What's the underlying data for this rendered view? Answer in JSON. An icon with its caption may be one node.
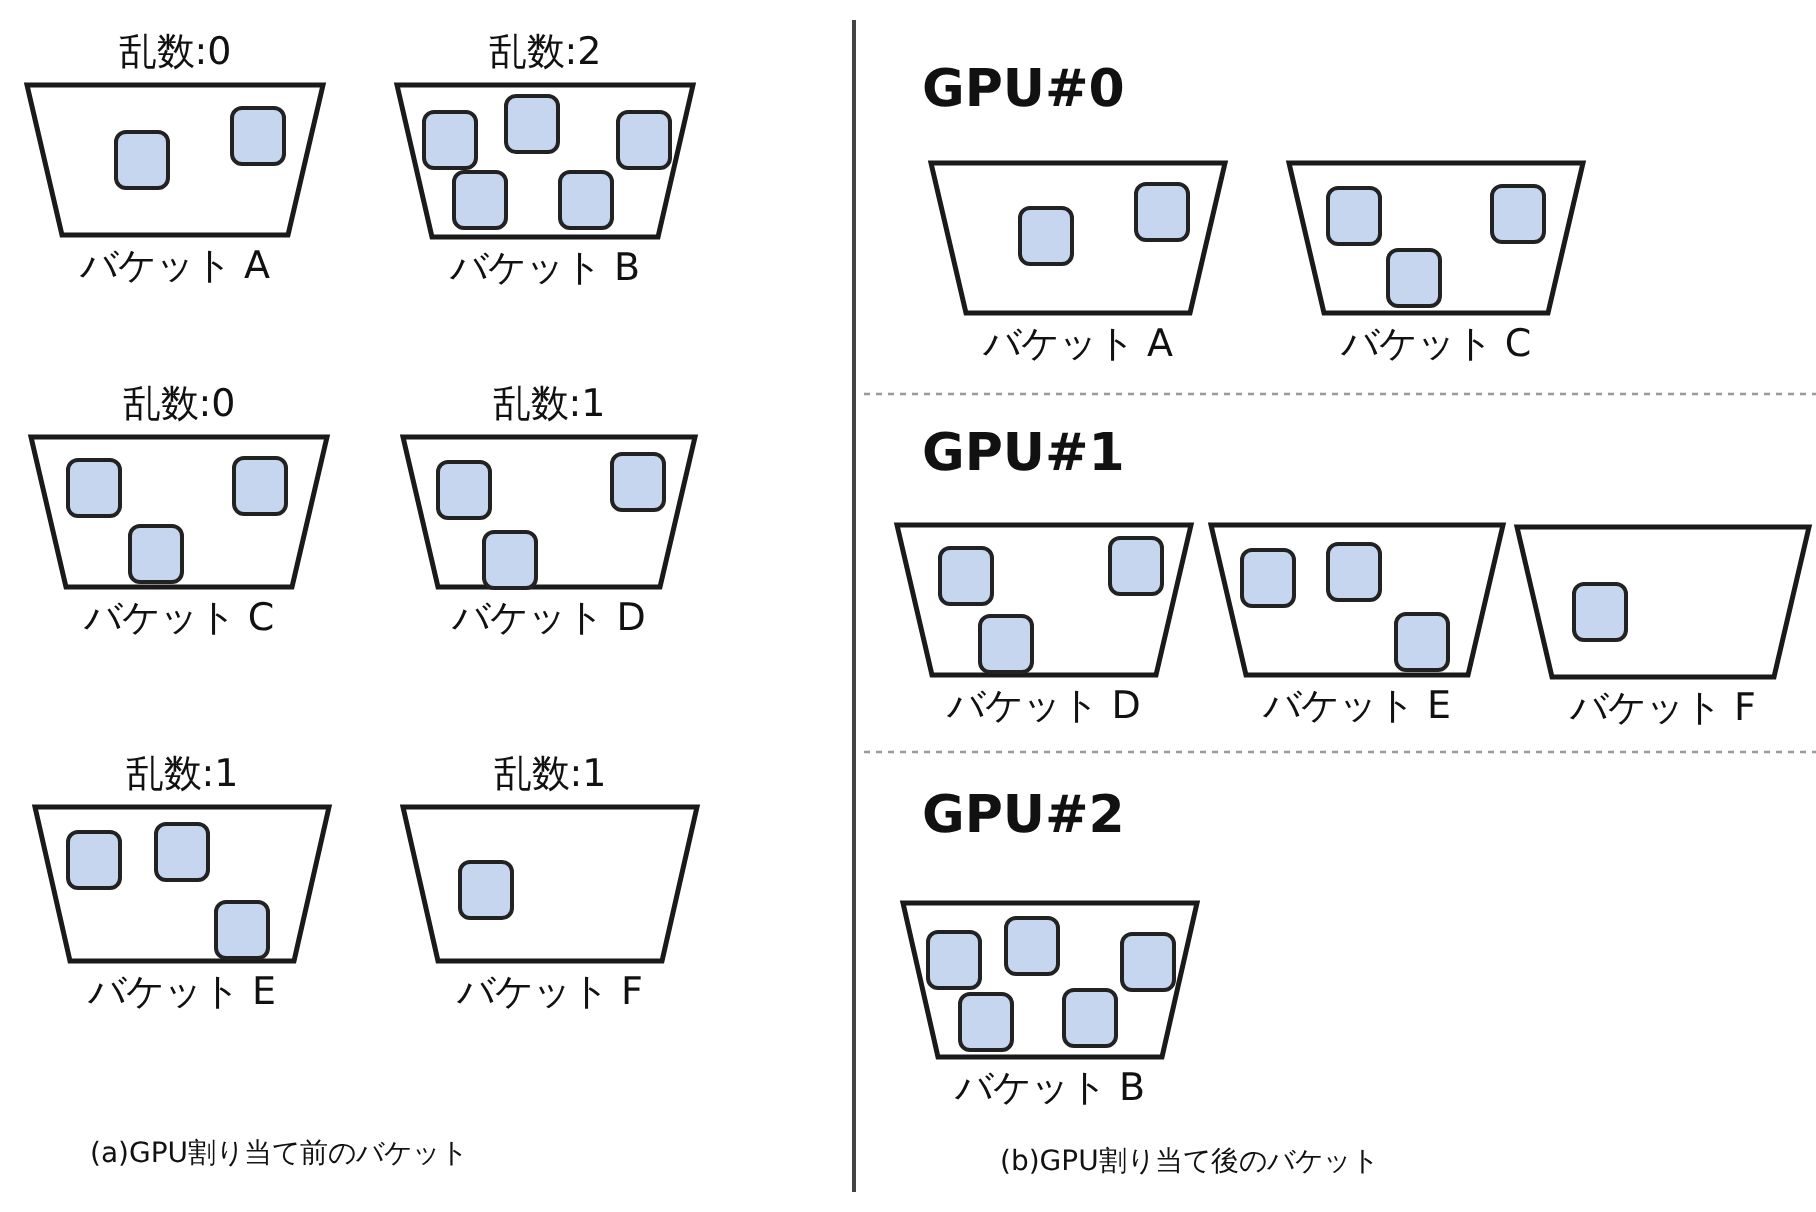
{
  "diagram": {
    "nodes": [
      {
        "text": [
          "乱数:0",
          "バケット A"
        ]
      },
      {
        "text": [],
        "shape": "box",
        "in": 0
      },
      {
        "text": [],
        "shape": "box",
        "in": 0
      },
      {
        "text": [
          "乱数:2",
          "バケット B"
        ]
      },
      {
        "text": [],
        "shape": "box",
        "in": 3
      },
      {
        "text": [],
        "shape": "box",
        "in": 3
      },
      {
        "text": [],
        "shape": "box",
        "in": 3
      },
      {
        "text": [],
        "shape": "box",
        "in": 3
      },
      {
        "text": [],
        "shape": "box",
        "in": 3
      },
      {
        "text": [
          "乱数:0",
          "バケット C"
        ]
      },
      {
        "text": [],
        "shape": "box",
        "in": 9
      },
      {
        "text": [],
        "shape": "box",
        "in": 9
      },
      {
        "text": [],
        "shape": "box",
        "in": 9
      },
      {
        "text": [
          "乱数:1",
          "バケット D"
        ]
      },
      {
        "text": [],
        "shape": "box",
        "in": 13
      },
      {
        "text": [],
        "shape": "box",
        "in": 13
      },
      {
        "text": [],
        "shape": "box",
        "in": 13
      },
      {
        "text": [
          "乱数:1",
          "バケット E"
        ]
      },
      {
        "text": [],
        "shape": "box",
        "in": 17
      },
      {
        "text": [],
        "shape": "box",
        "in": 17
      },
      {
        "text": [],
        "shape": "box",
        "in": 17
      },
      {
        "text": [
          "乱数:1",
          "バケット F"
        ]
      },
      {
        "text": [],
        "shape": "box",
        "in": 21
      },
      {
        "text": [
          "バケット A"
        ]
      },
      {
        "text": [],
        "shape": "box",
        "in": 23
      },
      {
        "text": [],
        "shape": "box",
        "in": 23
      },
      {
        "text": [
          "バケット C"
        ]
      },
      {
        "text": [],
        "shape": "box",
        "in": 26
      },
      {
        "text": [],
        "shape": "box",
        "in": 26
      },
      {
        "text": [],
        "shape": "box",
        "in": 26
      },
      {
        "text": [
          "バケット D"
        ]
      },
      {
        "text": [],
        "shape": "box",
        "in": 30
      },
      {
        "text": [],
        "shape": "box",
        "in": 30
      },
      {
        "text": [],
        "shape": "box",
        "in": 30
      },
      {
        "text": [
          "バケット E"
        ]
      },
      {
        "text": [],
        "shape": "box",
        "in": 34
      },
      {
        "text": [],
        "shape": "box",
        "in": 34
      },
      {
        "text": [],
        "shape": "box",
        "in": 34
      },
      {
        "text": [
          "バケット F"
        ]
      },
      {
        "text": [],
        "shape": "box",
        "in": 38
      },
      {
        "text": [
          "バケット B"
        ]
      },
      {
        "text": [],
        "shape": "box",
        "in": 40
      },
      {
        "text": [],
        "shape": "box",
        "in": 40
      },
      {
        "text": [],
        "shape": "box",
        "in": 40
      },
      {
        "text": [],
        "shape": "box",
        "in": 40
      },
      {
        "text": [],
        "shape": "box",
        "in": 40
      }
    ],
    "labels": [
      "GPU#0",
      "GPU#1",
      "GPU#2",
      "(a)GPU割り当て前のバケット",
      "(b)GPU割り当て後のバケット"
    ]
  }
}
